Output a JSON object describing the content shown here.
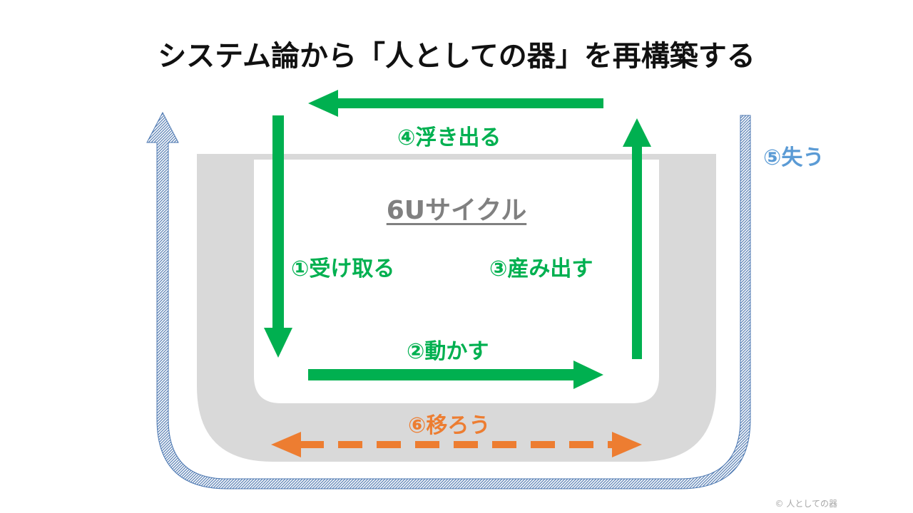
{
  "title": "システム論から「人としての器」を再構築する",
  "cycle_name": "6Uサイクル",
  "steps": {
    "receive": "①受け取る",
    "move": "②動かす",
    "produce": "③産み出す",
    "emerge": "④浮き出る",
    "lose": "⑤失う",
    "transfer": "⑥移ろう"
  },
  "copyright": "© 人としての器",
  "colors": {
    "cycle_green": "#00b050",
    "lose_blue": "#5b9bd5",
    "transfer_orange": "#ed7d31",
    "vessel_gray": "#d9d9d9",
    "cycle_name_gray": "#808080"
  }
}
